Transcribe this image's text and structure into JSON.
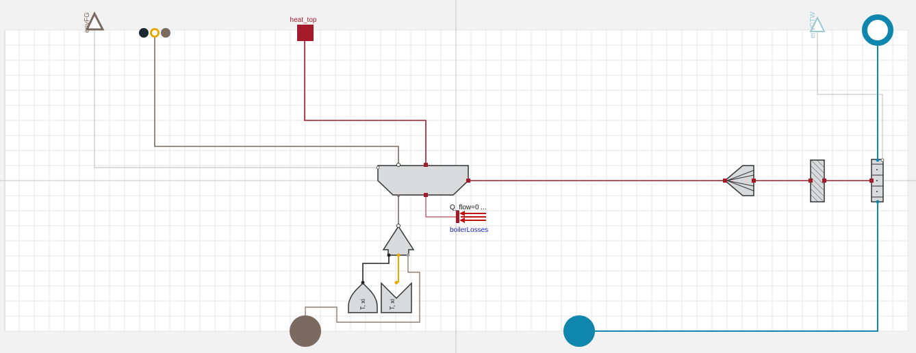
{
  "labels": {
    "heat_top": "heat_top",
    "env_fg": "envFG",
    "env_ctw": "envCTW",
    "q_flow": "Q_flow=0 ...",
    "boiler_losses": "boilerLosses",
    "sensor_a": "T, xi",
    "sensor_b": "T, xi"
  },
  "colors": {
    "background": "#f2f2f2",
    "diagram": "#ffffff",
    "grid": "#e3e3e3",
    "heat": "#a31a2b",
    "water": "#0f86ad",
    "fluegas": "#7a6a60",
    "signal": "#e6a800",
    "component_fill": "#d8dadc",
    "component_stroke": "#333333",
    "label_blue": "#1919c8"
  },
  "icons": {
    "env_fg": "triangle-icon",
    "env_ctw": "triangle-icon",
    "heat_port": "square-icon",
    "fluegas_connector": "three-dot-connector-icon",
    "water_inlet": "ring-icon",
    "water_outlet": "filled-circle-icon",
    "fluegas_outlet": "filled-circle-icon"
  }
}
